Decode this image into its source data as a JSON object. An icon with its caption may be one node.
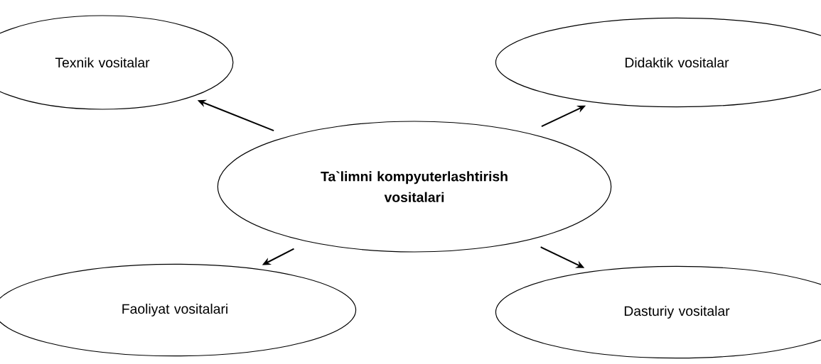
{
  "diagram": {
    "nodes": [
      {
        "text": [
          "Ta`limni kompyuterlashtirish vositalari"
        ]
      },
      {
        "text": [
          "Texnik vositalar"
        ]
      },
      {
        "text": [
          "Didaktik vositalar"
        ]
      },
      {
        "text": [
          "Faoliyat vositalari"
        ]
      },
      {
        "text": [
          "Dasturiy vositalar"
        ]
      }
    ],
    "edges": [
      {
        "from": 0,
        "to": 1,
        "arrow": "to"
      },
      {
        "from": 0,
        "to": 2,
        "arrow": "to"
      },
      {
        "from": 0,
        "to": 3,
        "arrow": "to"
      },
      {
        "from": 0,
        "to": 4,
        "arrow": "to"
      }
    ]
  }
}
